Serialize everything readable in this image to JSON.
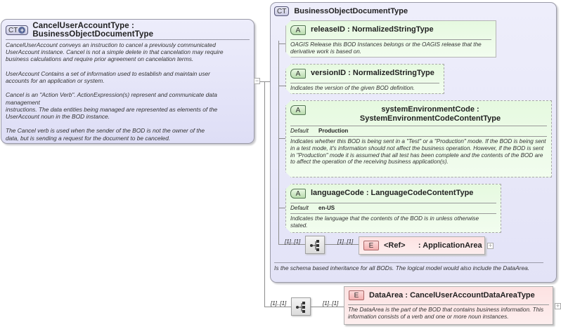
{
  "main_type": {
    "badge": "CT",
    "title": "CancelUserAccountType : BusinessObjectDocumentType",
    "documentation": "CancelUserAccount conveys an instruction to cancel a previously communicated\nUserAccount instance. Cancel is not a simple delete in that cancelation may require\nbusiness calculations and require prior agreement on cancelation terms.\n\nUserAccount  Contains a set of information used to establish and maintain user\naccounts for an application or system.\n\nCancel is an \"Action Verb\". ActionExpression(s) represent and communicate data\nmanagement\ninstructions. The data entities being managed are represented as elements of the\nUserAccount noun in the BOD instance.\n\nThe Cancel verb is used when the sender of the BOD is not the owner of the\ndata, but is sending a request for the document to be canceled.",
    "collapse_symbol": "−"
  },
  "base_type": {
    "badge": "CT",
    "title": "BusinessObjectDocumentType",
    "documentation": "Is the schema based inheritance for all BODs. The logical model would also include the DataArea.",
    "attributes": [
      {
        "badge": "A",
        "name": "releaseID : NormalizedStringType",
        "documentation": "OAGIS Release this BOD Instances belongs or the OAGIS release that the derivative work is based on.",
        "optional": false
      },
      {
        "badge": "A",
        "name": "versionID : NormalizedStringType",
        "documentation": "Indicates the version of the given BOD definition.",
        "optional": true
      },
      {
        "badge": "A",
        "name": "systemEnvironmentCode : SystemEnvironmentCodeContentType",
        "default_label": "Default",
        "default_value": "Production",
        "documentation": "Indicates whether this BOD is being sent in a \"Test\" or a \"Production\" mode. If the BOD is being sent in a test mode, it's information should not affect the business operation. However, if the BOD is sent in \"Production\" mode it is assumed that all test has been complete and the contents of the BOD are to affect the operation of the receiving business application(s).",
        "optional": true
      },
      {
        "badge": "A",
        "name": "languageCode : LanguageCodeContentType",
        "default_label": "Default",
        "default_value": "en-US",
        "documentation": "Indicates the language that the contents of the BOD is in unless otherwise stated.",
        "optional": true
      }
    ],
    "sequence": {
      "cardinality": "[1]..[1]",
      "element": {
        "badge": "E",
        "cardinality": "[1]..[1]",
        "name": "<Ref>      : ApplicationArea",
        "expand_symbol": "+"
      }
    }
  },
  "data_area": {
    "sequence_cardinality": "[1]..[1]",
    "element_cardinality": "[1]..[1]",
    "badge": "E",
    "name": "DataArea : CancelUserAccountDataAreaType",
    "documentation": "The DataArea is the part of the BOD that contains business information. This information consists of a verb and one or more noun instances.",
    "expand_symbol": "+"
  }
}
